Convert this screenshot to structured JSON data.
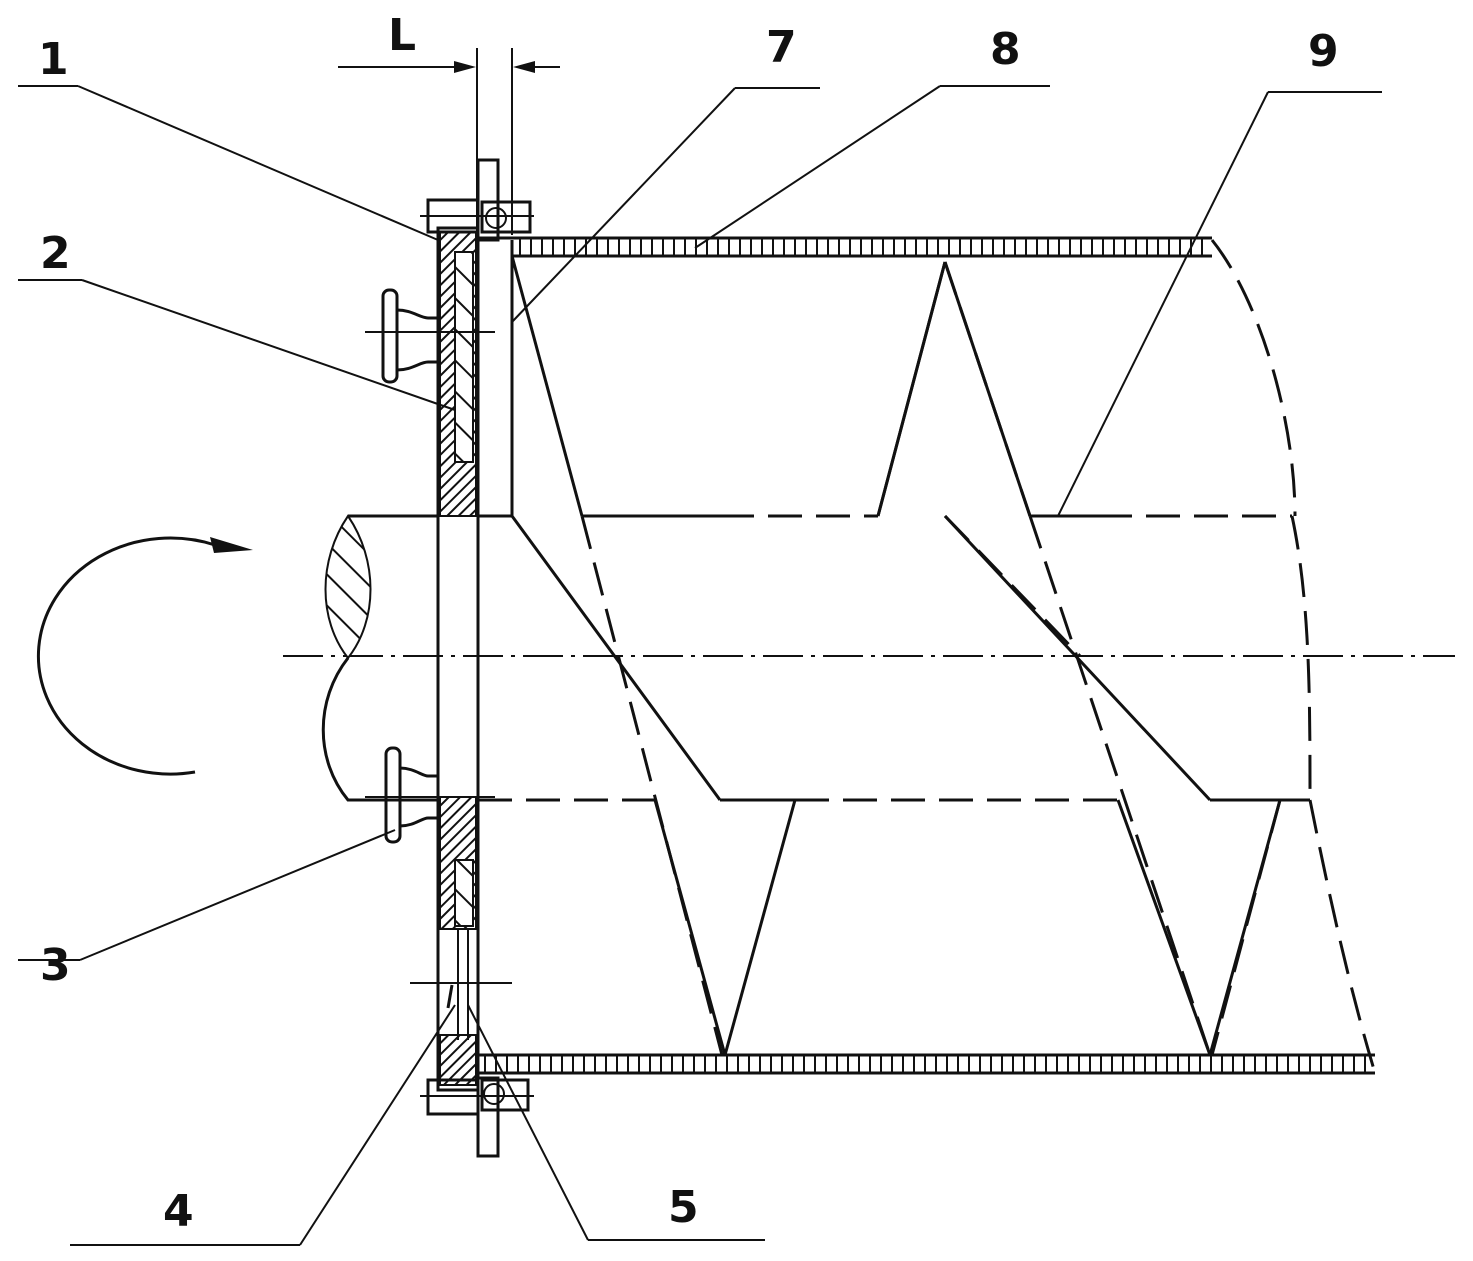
{
  "dimension": {
    "label": "L"
  },
  "callouts": [
    {
      "id": "1",
      "text": "1"
    },
    {
      "id": "2",
      "text": "2"
    },
    {
      "id": "3",
      "text": "3"
    },
    {
      "id": "4",
      "text": "4"
    },
    {
      "id": "5",
      "text": "5"
    },
    {
      "id": "7",
      "text": "7"
    },
    {
      "id": "8",
      "text": "8"
    },
    {
      "id": "9",
      "text": "9"
    }
  ]
}
